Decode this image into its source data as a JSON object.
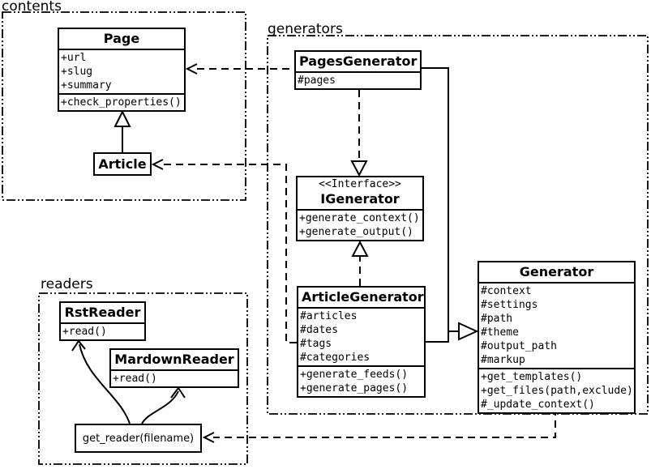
{
  "packages": {
    "contents": {
      "label": "contents"
    },
    "generators": {
      "label": "generators"
    },
    "readers": {
      "label": "readers"
    }
  },
  "classes": {
    "page": {
      "name": "Page",
      "attrs": [
        "+url",
        "+slug",
        "+summary"
      ],
      "methods": [
        "+check_properties()"
      ]
    },
    "article": {
      "name": "Article"
    },
    "pagesGenerator": {
      "name": "PagesGenerator",
      "attrs": [
        "#pages"
      ]
    },
    "iGenerator": {
      "stereotype": "<<Interface>>",
      "name": "IGenerator",
      "methods": [
        "+generate_context()",
        "+generate_output()"
      ]
    },
    "articleGenerator": {
      "name": "ArticleGenerator",
      "attrs": [
        "#articles",
        "#dates",
        "#tags",
        "#categories"
      ],
      "methods": [
        "+generate_feeds()",
        "+generate_pages()"
      ]
    },
    "generator": {
      "name": "Generator",
      "attrs": [
        "#context",
        "#settings",
        "#path",
        "#theme",
        "#output_path",
        "#markup"
      ],
      "methods": [
        "+get_templates()",
        "+get_files(path,exclude)",
        "#_update_context()"
      ]
    },
    "rstReader": {
      "name": "RstReader",
      "methods": [
        "+read()"
      ]
    },
    "mardownReader": {
      "name": "MardownReader",
      "methods": [
        "+read()"
      ]
    },
    "getReader": {
      "label": "get_reader(filename)"
    }
  },
  "relationships": [
    {
      "type": "inheritance",
      "from": "Article",
      "to": "Page"
    },
    {
      "type": "dependency",
      "from": "PagesGenerator",
      "to": "Page"
    },
    {
      "type": "dependency",
      "from": "ArticleGenerator",
      "to": "Article"
    },
    {
      "type": "realization",
      "from": "PagesGenerator",
      "to": "IGenerator"
    },
    {
      "type": "realization",
      "from": "ArticleGenerator",
      "to": "IGenerator"
    },
    {
      "type": "inheritance",
      "from": "PagesGenerator",
      "to": "Generator"
    },
    {
      "type": "inheritance",
      "from": "ArticleGenerator",
      "to": "Generator"
    },
    {
      "type": "dependency",
      "from": "Generator",
      "to": "get_reader(filename)"
    },
    {
      "type": "association",
      "from": "get_reader(filename)",
      "to": "RstReader"
    },
    {
      "type": "association",
      "from": "get_reader(filename)",
      "to": "MardownReader"
    }
  ],
  "colors": {
    "line": "#000000",
    "background": "#ffffff",
    "box_fill": "#ffffff"
  }
}
